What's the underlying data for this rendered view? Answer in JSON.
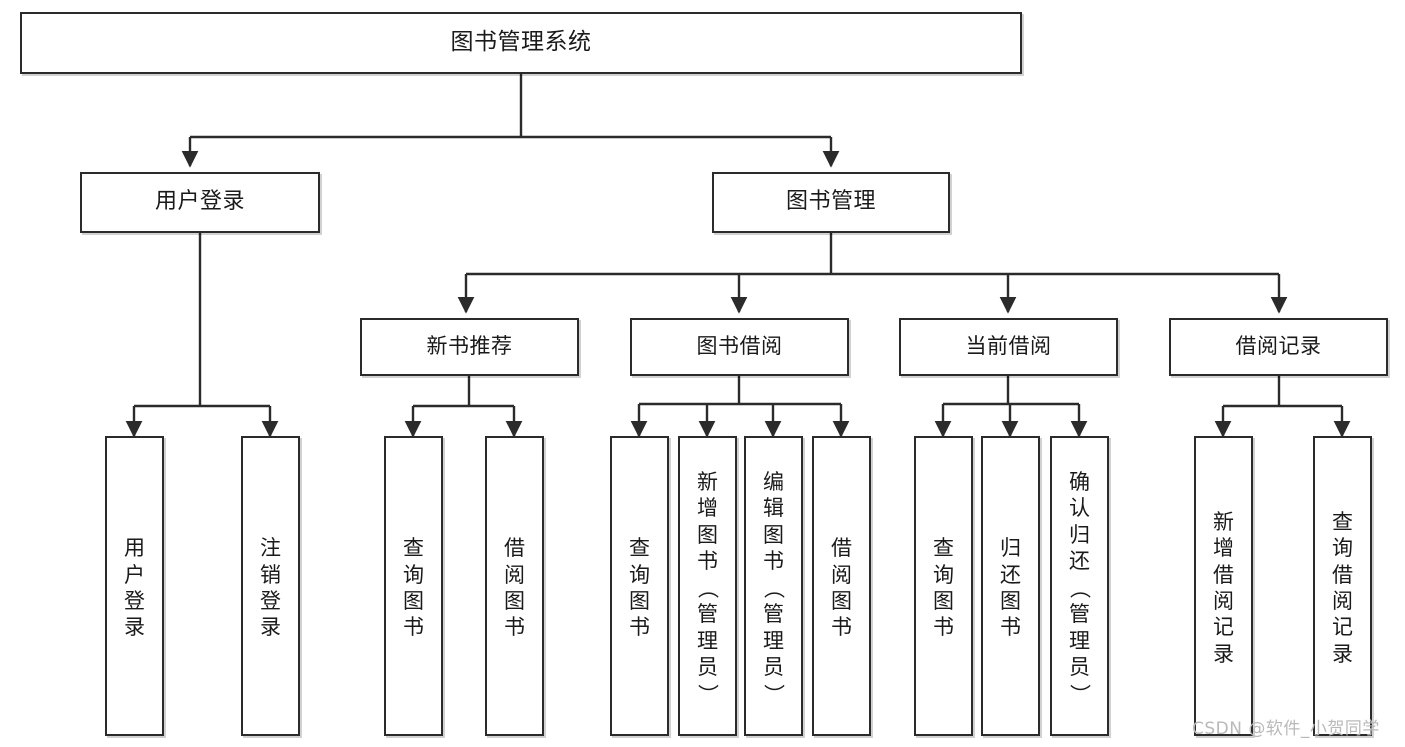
{
  "diagram": {
    "type": "tree",
    "title": "图书管理系统",
    "watermark": "CSDN @软件_小贺同学",
    "colors": {
      "box_border": "#2b2b2b",
      "box_fill": "#ffffff",
      "connector": "#2b2b2b",
      "text": "#1a1a1a",
      "watermark": "#b9b9b9"
    },
    "nodes": {
      "root": {
        "label": "图书管理系统"
      },
      "level2": [
        {
          "id": "user-login",
          "label": "用户登录"
        },
        {
          "id": "book-manage",
          "label": "图书管理"
        }
      ],
      "level3": [
        {
          "id": "new-book-rec",
          "label": "新书推荐"
        },
        {
          "id": "book-borrow",
          "label": "图书借阅"
        },
        {
          "id": "current-borrow",
          "label": "当前借阅"
        },
        {
          "id": "borrow-record",
          "label": "借阅记录"
        }
      ],
      "leaves": [
        {
          "id": "leaf-user-login",
          "parent": "user-login",
          "label": "用户登录"
        },
        {
          "id": "leaf-logout",
          "parent": "user-login",
          "label": "注销登录"
        },
        {
          "id": "leaf-query-book-1",
          "parent": "new-book-rec",
          "label": "查询图书"
        },
        {
          "id": "leaf-borrow-book-1",
          "parent": "new-book-rec",
          "label": "借阅图书"
        },
        {
          "id": "leaf-query-book-2",
          "parent": "book-borrow",
          "label": "查询图书"
        },
        {
          "id": "leaf-add-book",
          "parent": "book-borrow",
          "label": "新增图书（管理员）"
        },
        {
          "id": "leaf-edit-book",
          "parent": "book-borrow",
          "label": "编辑图书（管理员）"
        },
        {
          "id": "leaf-borrow-book-2",
          "parent": "book-borrow",
          "label": "借阅图书"
        },
        {
          "id": "leaf-query-book-3",
          "parent": "current-borrow",
          "label": "查询图书"
        },
        {
          "id": "leaf-return-book",
          "parent": "current-borrow",
          "label": "归还图书"
        },
        {
          "id": "leaf-confirm-ret",
          "parent": "current-borrow",
          "label": "确认归还（管理员）"
        },
        {
          "id": "leaf-add-record",
          "parent": "borrow-record",
          "label": "新增借阅记录"
        },
        {
          "id": "leaf-query-record",
          "parent": "borrow-record",
          "label": "查询借阅记录"
        }
      ]
    },
    "edges": [
      {
        "from": "root",
        "to": "user-login"
      },
      {
        "from": "root",
        "to": "book-manage"
      },
      {
        "from": "book-manage",
        "to": "new-book-rec"
      },
      {
        "from": "book-manage",
        "to": "book-borrow"
      },
      {
        "from": "book-manage",
        "to": "current-borrow"
      },
      {
        "from": "book-manage",
        "to": "borrow-record"
      },
      {
        "from": "user-login",
        "to": "leaf-user-login"
      },
      {
        "from": "user-login",
        "to": "leaf-logout"
      },
      {
        "from": "new-book-rec",
        "to": "leaf-query-book-1"
      },
      {
        "from": "new-book-rec",
        "to": "leaf-borrow-book-1"
      },
      {
        "from": "book-borrow",
        "to": "leaf-query-book-2"
      },
      {
        "from": "book-borrow",
        "to": "leaf-add-book"
      },
      {
        "from": "book-borrow",
        "to": "leaf-edit-book"
      },
      {
        "from": "book-borrow",
        "to": "leaf-borrow-book-2"
      },
      {
        "from": "current-borrow",
        "to": "leaf-query-book-3"
      },
      {
        "from": "current-borrow",
        "to": "leaf-return-book"
      },
      {
        "from": "current-borrow",
        "to": "leaf-confirm-ret"
      },
      {
        "from": "borrow-record",
        "to": "leaf-add-record"
      },
      {
        "from": "borrow-record",
        "to": "leaf-query-record"
      }
    ]
  }
}
